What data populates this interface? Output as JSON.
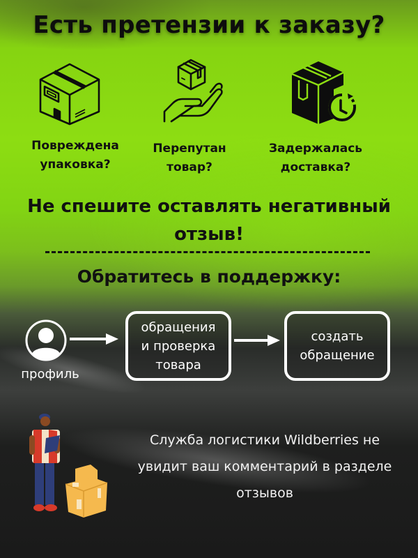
{
  "title": "Есть претензии к заказу?",
  "issues": [
    {
      "icon": "damaged-box-icon",
      "line1": "Повреждена",
      "line2": "упаковка?"
    },
    {
      "icon": "hand-box-icon",
      "line1": "Перепутан",
      "line2": "товар?"
    },
    {
      "icon": "delayed-box-clock-icon",
      "line1": "Задержалась",
      "line2": "доставка?"
    }
  ],
  "headline": {
    "line1": "Не спешите оставлять негативный",
    "line2": "отзыв!"
  },
  "support_heading": "Обратитесь в поддержку:",
  "flow": {
    "profile_label": "профиль",
    "step1": {
      "line1": "обращения",
      "line2": "и проверка",
      "line3": "товара"
    },
    "step2": {
      "line1": "создать",
      "line2": "обращение"
    }
  },
  "note": {
    "line1": "Служба логистики Wildberries не",
    "line2": "увидит ваш комментарий в разделе",
    "line3": "отзывов"
  },
  "colors": {
    "green_bg": "#8ddd12",
    "dark_bg": "#1a1a1a",
    "text_dark": "#111111",
    "text_light": "#ffffff",
    "box_orange": "#f5b94e",
    "vest_red": "#d73a2a",
    "jeans_blue": "#2e3e7a"
  }
}
